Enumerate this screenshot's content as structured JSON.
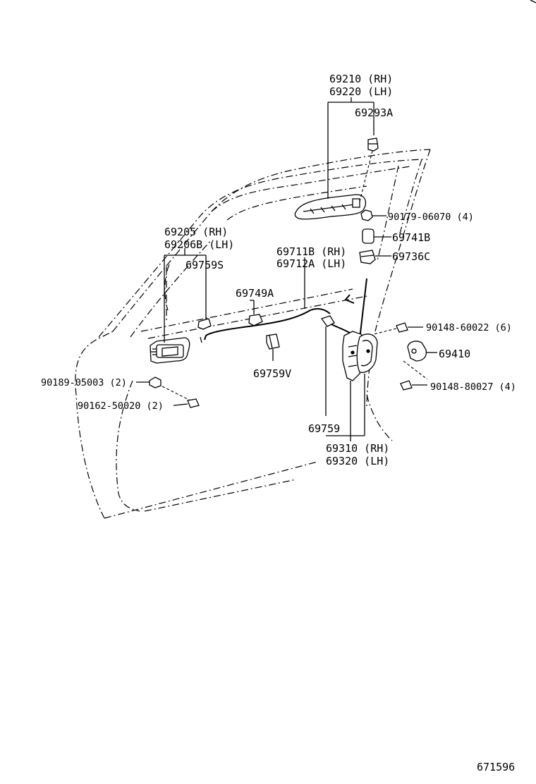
{
  "labels": {
    "p69210": "69210 (RH)",
    "p69220": "69220 (LH)",
    "p69293a": "69293A",
    "p90179": "90179-06070 (4)",
    "p69741b": "69741B",
    "p69736c": "69736C",
    "p69205": "69205  (RH)",
    "p69206b": "69206B (LH)",
    "p69759s": "69759S",
    "p69711b": "69711B (RH)",
    "p69712a": "69712A (LH)",
    "p69749a": "69749A",
    "p90148_22": "90148-60022 (6)",
    "p69410": "69410",
    "p69759v": "69759V",
    "p90189": "90189-05003 (2)",
    "p90148_27": "90148-80027 (4)",
    "p90162": "90162-50020 (2)",
    "p69759": "69759",
    "p69310": "69310 (RH)",
    "p69320": "69320 (LH)",
    "figure_id": "671596"
  }
}
